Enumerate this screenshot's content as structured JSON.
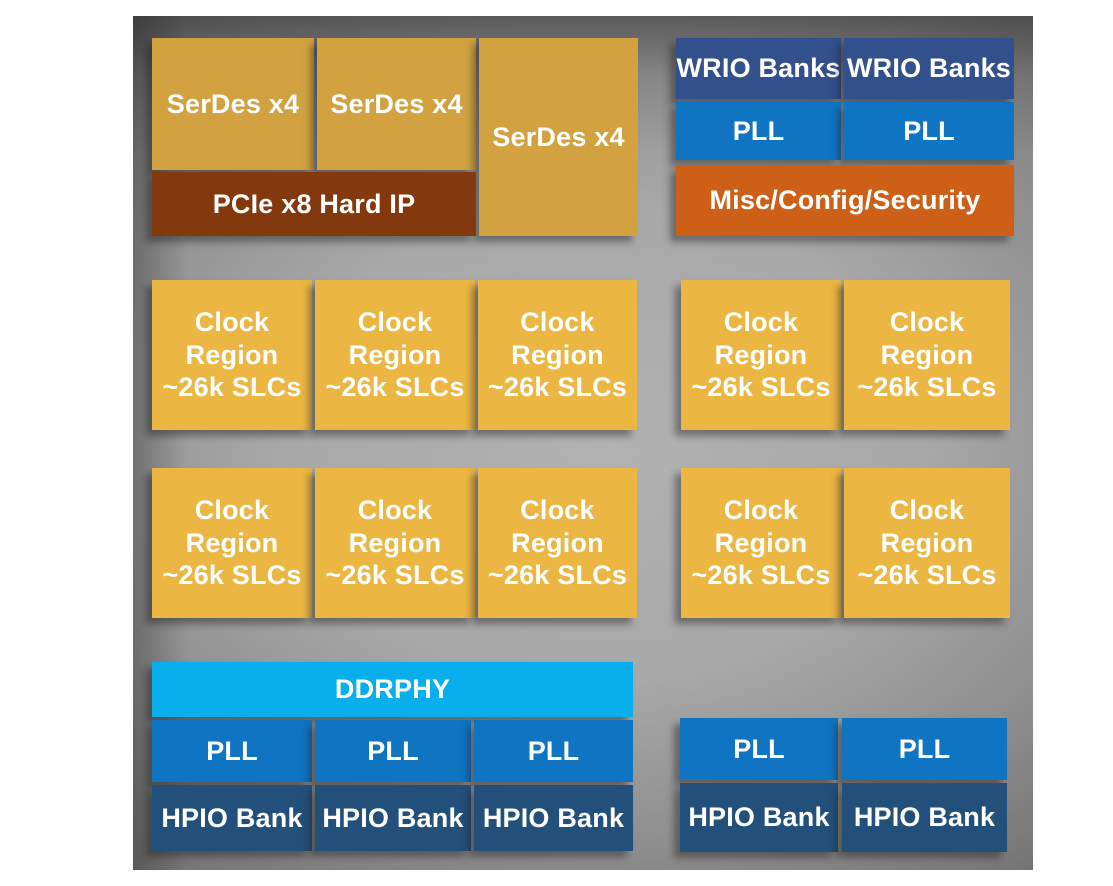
{
  "colors": {
    "serdes": "#D2A140",
    "pcie": "#84380E",
    "wrio": "#32508C",
    "pll": "#0F74C2",
    "misc": "#CE5F17",
    "clock": "#ECB642",
    "ddrphy": "#09AEEC",
    "hpio": "#23507B",
    "label_text": "#FFFFFF",
    "panel_gray": "#9A9A9A",
    "page_background": "#FFFFFF"
  },
  "top_left": {
    "serdes_blocks": [
      "SerDes x4",
      "SerDes x4",
      "SerDes x4"
    ],
    "pcie_label": "PCIe x8 Hard IP"
  },
  "top_right": {
    "wrio_blocks": [
      "WRIO Banks",
      "WRIO Banks"
    ],
    "pll_blocks": [
      "PLL",
      "PLL"
    ],
    "misc_label": "Misc/Config/Security"
  },
  "fabric": {
    "clock_region_label": "Clock\nRegion\n~26k SLCs",
    "region_count": 10,
    "rows": 2,
    "left_columns": 3,
    "right_columns": 2
  },
  "bottom_left": {
    "ddrphy_label": "DDRPHY",
    "pll_blocks": [
      "PLL",
      "PLL",
      "PLL"
    ],
    "hpio_blocks": [
      "HPIO Bank",
      "HPIO Bank",
      "HPIO Bank"
    ]
  },
  "bottom_right": {
    "pll_blocks": [
      "PLL",
      "PLL"
    ],
    "hpio_blocks": [
      "HPIO Bank",
      "HPIO Bank"
    ]
  }
}
